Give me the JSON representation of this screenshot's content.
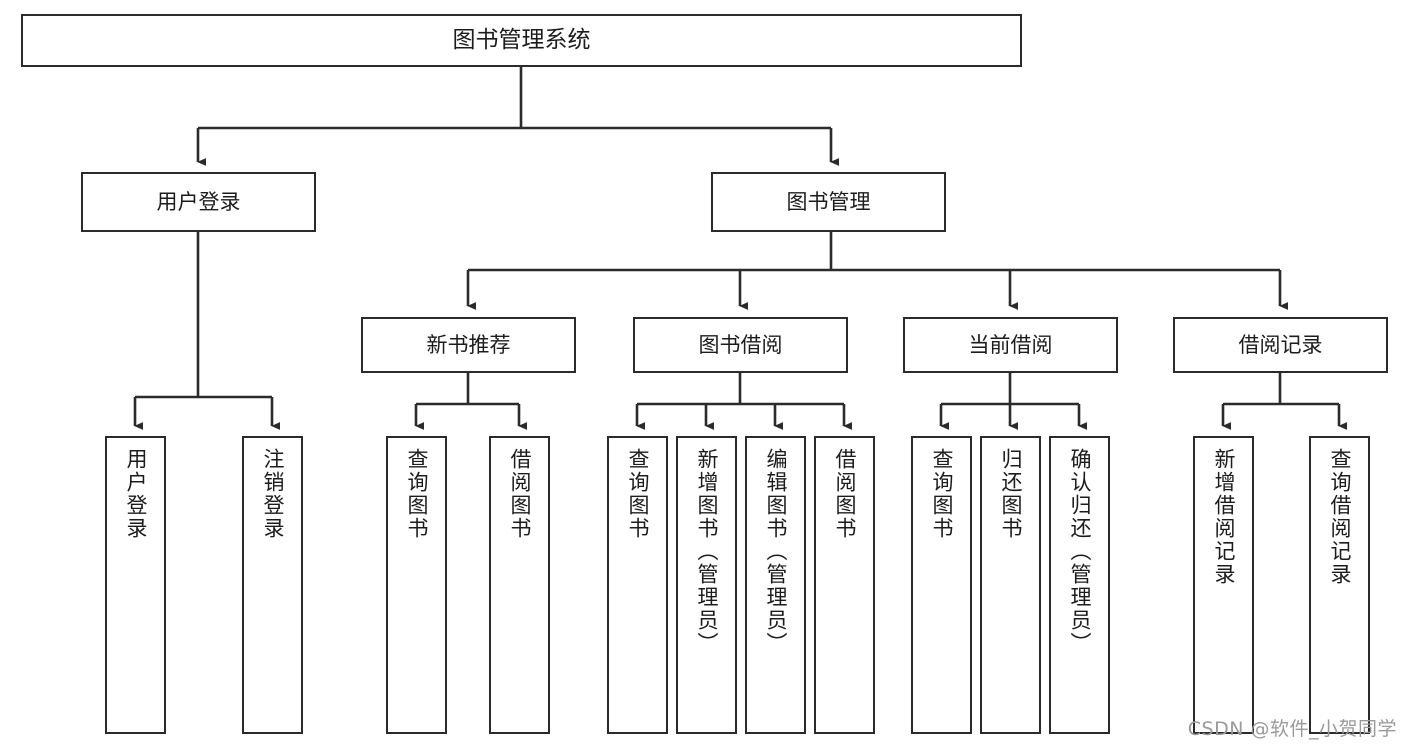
{
  "diagram": {
    "title": "图书管理系统",
    "type": "tree-hierarchy",
    "watermark": "CSDN @软件_小贺同学",
    "colors": {
      "box_border": "#2b2b2b",
      "box_fill": "#ffffff",
      "connector": "#2b2b2b",
      "text": "#1c1c1c",
      "watermark": "#9a9a9a",
      "background": "#ffffff"
    },
    "root": {
      "label": "图书管理系统"
    },
    "level1": [
      {
        "label": "用户登录"
      },
      {
        "label": "图书管理"
      }
    ],
    "level2": [
      {
        "label": "新书推荐"
      },
      {
        "label": "图书借阅"
      },
      {
        "label": "当前借阅"
      },
      {
        "label": "借阅记录"
      }
    ],
    "leaves": {
      "user_login": [
        {
          "label": "用户登录"
        },
        {
          "label": "注销登录"
        }
      ],
      "new_book_recommend": [
        {
          "label": "查询图书"
        },
        {
          "label": "借阅图书"
        }
      ],
      "book_borrow": [
        {
          "label": "查询图书"
        },
        {
          "label": "新增图书（管理员）"
        },
        {
          "label": "编辑图书（管理员）"
        },
        {
          "label": "借阅图书"
        }
      ],
      "current_borrow": [
        {
          "label": "查询图书"
        },
        {
          "label": "归还图书"
        },
        {
          "label": "确认归还（管理员）"
        }
      ],
      "borrow_record": [
        {
          "label": "新增借阅记录"
        },
        {
          "label": "查询借阅记录"
        }
      ]
    }
  }
}
